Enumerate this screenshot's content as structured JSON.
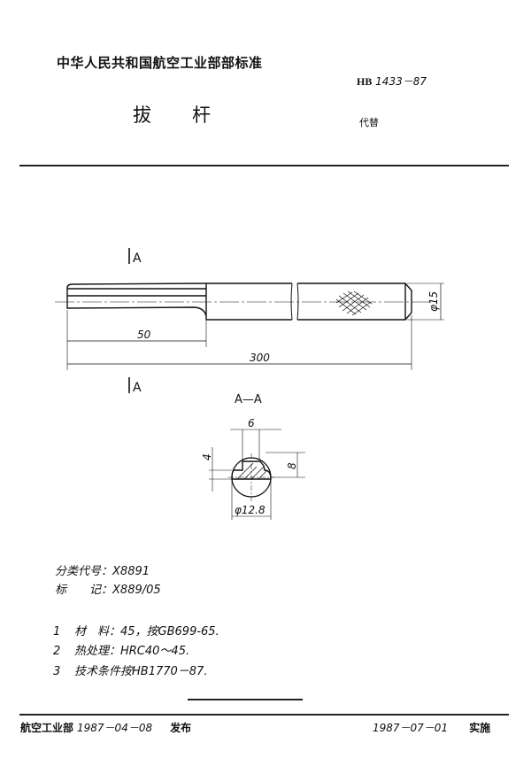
{
  "header": {
    "organization_standard": "中华人民共和国航空工业部部标准",
    "standard_prefix": "HB",
    "standard_number": "1433－87",
    "title": "拔杆",
    "replaces_label": "代替"
  },
  "drawing": {
    "section_mark_top": "A",
    "section_mark_bottom": "A",
    "section_view_label": "A—A",
    "dimensions": {
      "length_small_end": "50",
      "overall_length": "300",
      "diameter": "φ15",
      "flat_width": "6",
      "flat_depth": "4",
      "flat_height": "8",
      "section_diameter": "φ12.8"
    }
  },
  "meta": {
    "classification_code_label": "分类代号：",
    "classification_code": "X8891",
    "marking_label": "标　　记：",
    "marking": "X889/05"
  },
  "notes": [
    {
      "num": "1",
      "text": "材　料：45，按GB699-65."
    },
    {
      "num": "2",
      "text": "热处理：HRC40～45."
    },
    {
      "num": "3",
      "text": "技术条件按HB1770－87."
    }
  ],
  "footer": {
    "issuer": "航空工业部",
    "issue_date": "1987－04－08",
    "issue_label": "发布",
    "effective_date": "1987－07－01",
    "effective_label": "实施"
  }
}
